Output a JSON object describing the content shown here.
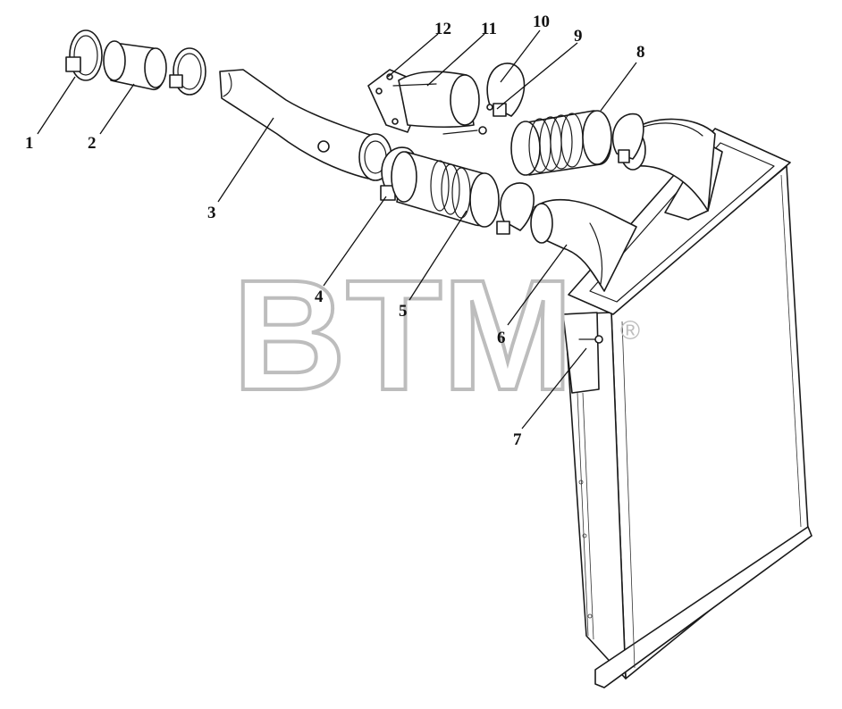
{
  "callouts": [
    "1",
    "2",
    "3",
    "4",
    "5",
    "6",
    "7",
    "8",
    "9",
    "10",
    "11",
    "12"
  ],
  "watermark": {
    "text": "BTM",
    "mark": "®"
  }
}
